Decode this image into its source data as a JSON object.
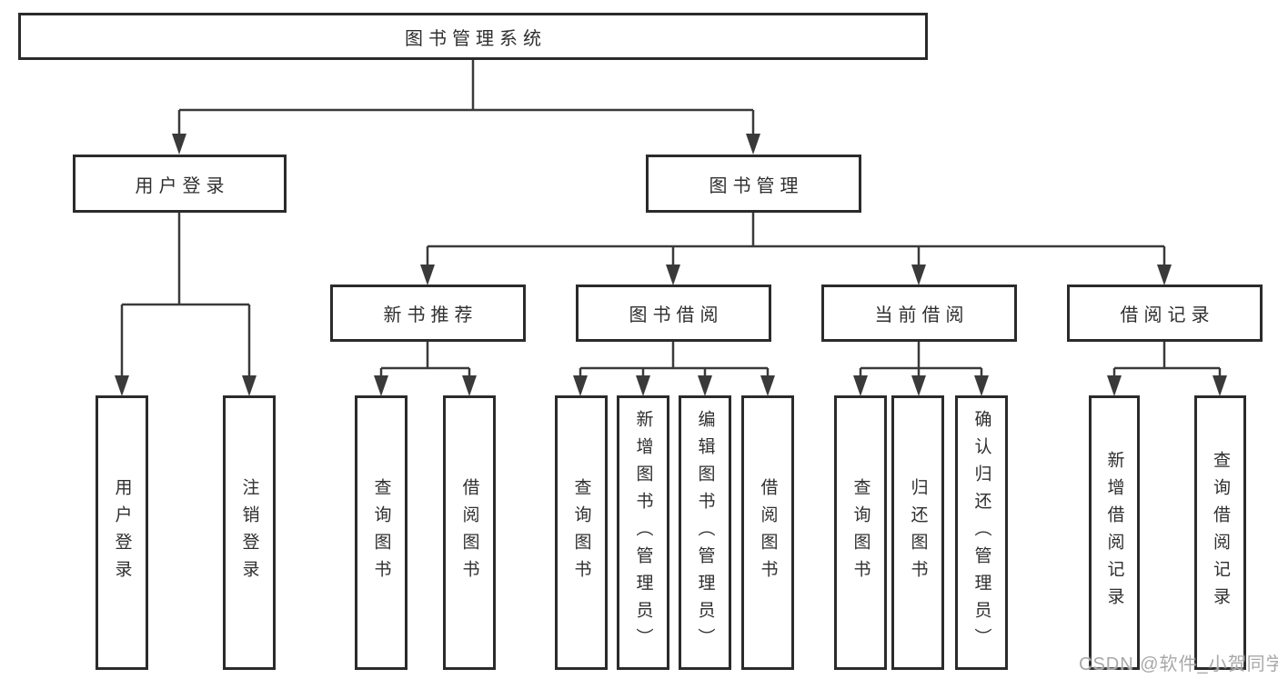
{
  "diagram": {
    "title": "图书管理系统",
    "level2": [
      {
        "label": "用户登录"
      },
      {
        "label": "图书管理"
      }
    ],
    "level3": [
      {
        "label": "新书推荐"
      },
      {
        "label": "图书借阅"
      },
      {
        "label": "当前借阅"
      },
      {
        "label": "借阅记录"
      }
    ],
    "leaves": [
      {
        "label": "用户登录"
      },
      {
        "label": "注销登录"
      },
      {
        "label": "查询图书"
      },
      {
        "label": "借阅图书"
      },
      {
        "label": "查询图书"
      },
      {
        "label": "新增图书（管理员）"
      },
      {
        "label": "编辑图书（管理员）"
      },
      {
        "label": "借阅图书"
      },
      {
        "label": "查询图书"
      },
      {
        "label": "归还图书"
      },
      {
        "label": "确认归还（管理员）"
      },
      {
        "label": "新增借阅记录"
      },
      {
        "label": "查询借阅记录"
      }
    ],
    "watermark": "CSDN @软件_小贺同学",
    "colors": {
      "line": "#3a3a3a",
      "border": "#2b2b2b",
      "text": "#2f2f2f",
      "watermark": "#a8a8a8"
    }
  }
}
